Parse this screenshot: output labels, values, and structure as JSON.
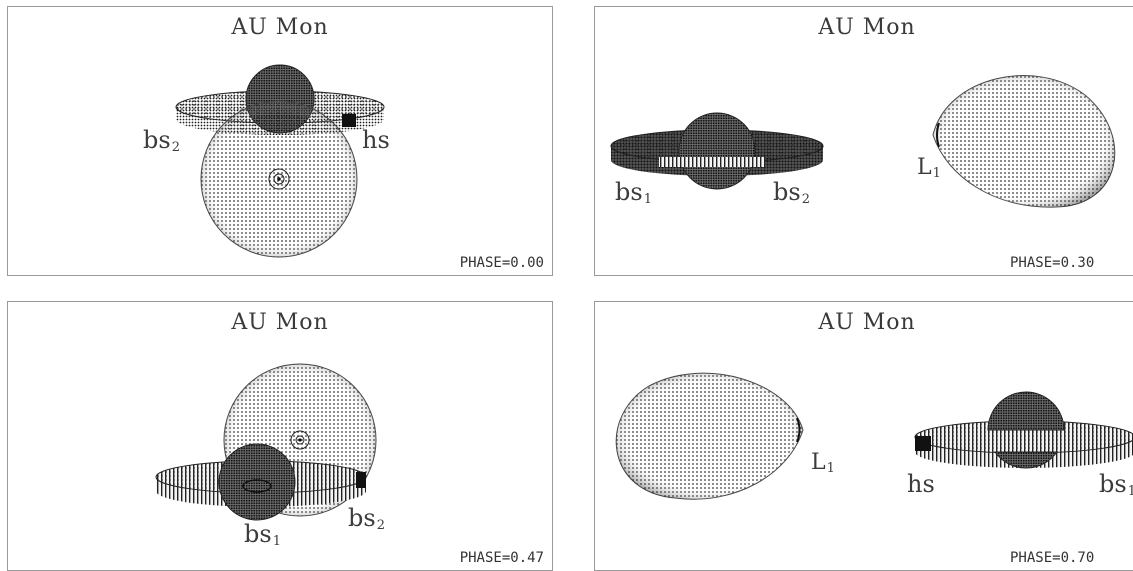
{
  "panels": [
    {
      "title": "AU Mon",
      "phase": "PHASE=0.00",
      "labels": [
        "bs2",
        "hs"
      ]
    },
    {
      "title": "AU Mon",
      "phase": "PHASE=0.30",
      "labels": [
        "bs1",
        "bs2",
        "L1"
      ]
    },
    {
      "title": "AU Mon",
      "phase": "PHASE=0.47",
      "labels": [
        "bs1",
        "bs2"
      ]
    },
    {
      "title": "AU Mon",
      "phase": "PHASE=0.70",
      "labels": [
        "L1",
        "hs",
        "bs1"
      ]
    }
  ],
  "text": {
    "title_word1": "AU",
    "title_word2": "Mon",
    "bs": "bs",
    "hs": "hs",
    "L": "L",
    "sub1": "1",
    "sub2": "2"
  }
}
